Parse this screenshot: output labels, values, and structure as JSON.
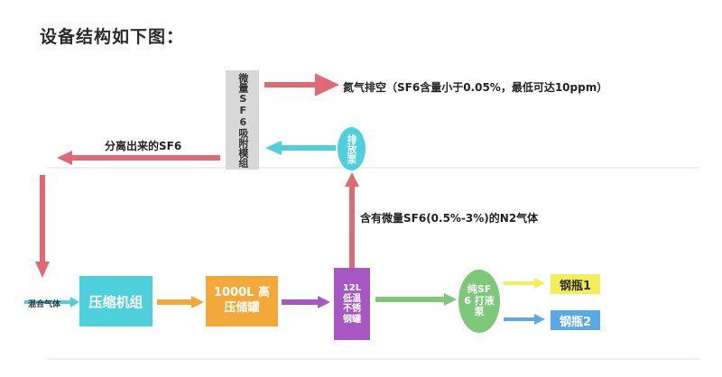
{
  "title": "设备结构如下图：",
  "nodes": {
    "adsorption_module": "微量SF6吸附模组",
    "exhaust_pump": "排放泵",
    "compressor": "压缩机组",
    "storage_tank": "1000L 高压储罐",
    "stainless_tank": "12L低温不锈钢罐",
    "pure_sf6_pump": "纯SF6 打液泵",
    "cylinder_1": "钢瓶1",
    "cylinder_2": "钢瓶2"
  },
  "labels": {
    "nitrogen_exhaust": "氮气排空（SF6含量小于0.05%，最低可达10ppm）",
    "separated_sf6": "分离出来的SF6",
    "n2_with_sf6": "含有微量SF6(0.5%-3%)的N2气体",
    "mixed_gas": "混合气体"
  },
  "colors": {
    "red_arrow": "#e06a73",
    "cyan": "#4fd0dd",
    "orange": "#f3a93a",
    "purple": "#a657c3",
    "green": "#7ec87a",
    "yellow": "#f4ee5a",
    "blue": "#5aa9e6",
    "gray_box": "#d8d8d8"
  }
}
